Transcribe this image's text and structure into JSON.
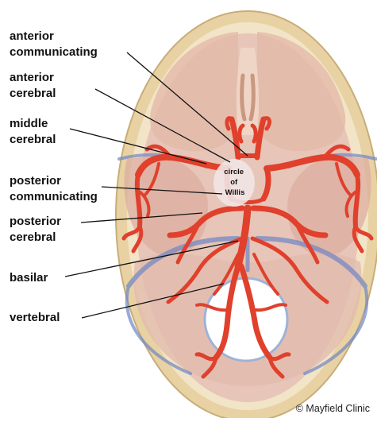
{
  "labels": {
    "anterior_communicating": [
      "anterior",
      "communicating"
    ],
    "anterior_cerebral": [
      "anterior",
      "cerebral"
    ],
    "middle_cerebral": [
      "middle",
      "cerebral"
    ],
    "posterior_communicating": [
      "posterior",
      "communicating"
    ],
    "posterior_cerebral": [
      "posterior",
      "cerebral"
    ],
    "basilar": "basilar",
    "vertebral": "vertebral"
  },
  "circle_of_willis": [
    "circle",
    "of",
    "Willis"
  ],
  "credit": "© Mayfield Clinic",
  "colors": {
    "artery": "#e0402c",
    "artery_dark": "#b12b1e",
    "skull": "#ecd9b0",
    "brain": "#e6c3b6",
    "vein": "#6f86c4"
  }
}
